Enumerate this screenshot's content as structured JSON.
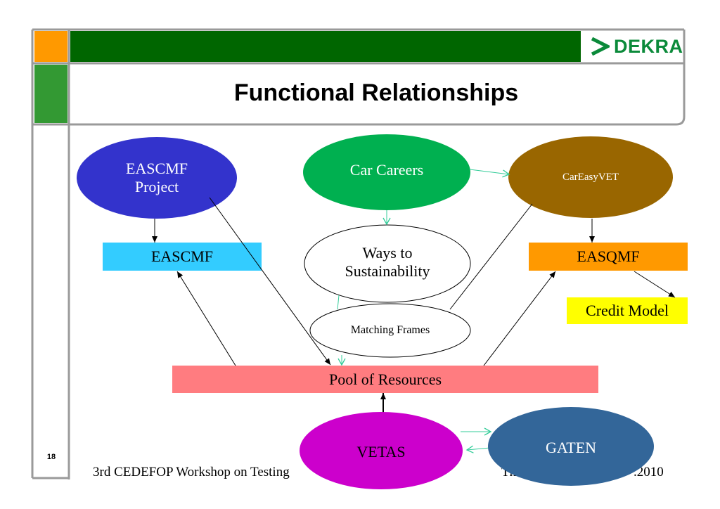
{
  "title": "Functional Relationships",
  "logo": {
    "text": "DEKRA",
    "icon": "dekra-arrow-icon"
  },
  "page_number": "18",
  "nodes": {
    "eascmf_project": "EASCMF\nProject",
    "car_careers": "Car Careers",
    "careasyvet": "CarEasyVET",
    "eascmf": "EASCMF",
    "ways_to_sustainability": "Ways to\nSustainability",
    "easqmf": "EASQMF",
    "credit_model": "Credit Model",
    "matching_frames": "Matching Frames",
    "pool_of_resources": "Pool of Resources",
    "vetas": "VETAS",
    "gaten": "GATEN"
  },
  "footer": {
    "left": "3rd CEDEFOP Workshop on Testing",
    "right_start": "Th",
    "right_end": ".2010"
  },
  "colors": {
    "frame_grey": "#9a9a9a",
    "orange_square": "#ff9900",
    "green_square": "#339933",
    "header_bar": "#006600",
    "eascmf_project": "#3333cc",
    "car_careers": "#00b050",
    "careasyvet": "#996600",
    "eascmf": "#33ccff",
    "easqmf": "#ff9900",
    "credit_model": "#ffff00",
    "pool_of_resources": "#ff7c80",
    "vetas": "#cc00cc",
    "gaten": "#336699",
    "teal_arrow": "#33cc99"
  }
}
